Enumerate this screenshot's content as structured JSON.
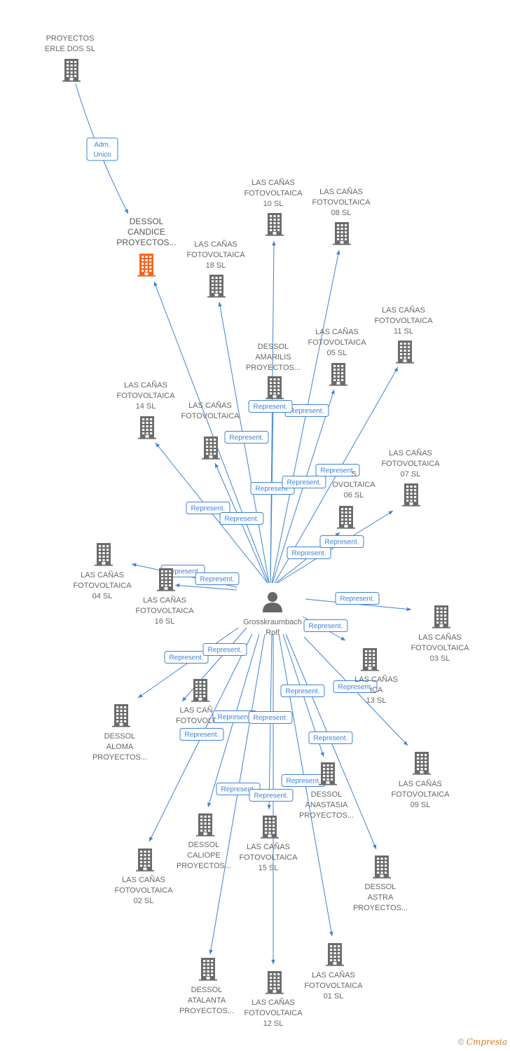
{
  "colors": {
    "edge": "#3f82d4",
    "building": "#6b6b6b",
    "highlight": "#f26522",
    "person": "#666666"
  },
  "nodes": [
    {
      "id": "proyectos-erle-dos",
      "type": "company",
      "lines": [
        "PROYECTOS",
        "ERLE DOS  SL"
      ]
    },
    {
      "id": "dessol-candice",
      "type": "company-highlight",
      "lines": [
        "DESSOL",
        "CANDICE",
        "PROYECTOS..."
      ]
    },
    {
      "id": "canas-10",
      "type": "company",
      "lines": [
        "LAS CAÑAS",
        "FOTOVOLTAICA",
        "10 SL"
      ]
    },
    {
      "id": "canas-08",
      "type": "company",
      "lines": [
        "LAS CAÑAS",
        "FOTOVOLTAICA",
        "08 SL"
      ]
    },
    {
      "id": "canas-18",
      "type": "company",
      "lines": [
        "LAS CAÑAS",
        "FOTOVOLTAICA",
        "18 SL"
      ]
    },
    {
      "id": "canas-11",
      "type": "company",
      "lines": [
        "LAS CAÑAS",
        "FOTOVOLTAICA",
        "11 SL"
      ]
    },
    {
      "id": "canas-05",
      "type": "company",
      "lines": [
        "LAS CAÑAS",
        "FOTOVOLTAICA",
        "05 SL"
      ]
    },
    {
      "id": "dessol-amarilis",
      "type": "company",
      "lines": [
        "DESSOL",
        "AMARILIS",
        "PROYECTOS..."
      ]
    },
    {
      "id": "canas-14",
      "type": "company",
      "lines": [
        "LAS CAÑAS",
        "FOTOVOLTAICA",
        "14 SL"
      ]
    },
    {
      "id": "canas-17",
      "type": "company",
      "lines": [
        "LAS CAÑAS",
        "FOTOVOLTAICA"
      ]
    },
    {
      "id": "canas-07",
      "type": "company",
      "lines": [
        "LAS CAÑAS",
        "FOTOVOLTAICA",
        "07 SL"
      ]
    },
    {
      "id": "canas-06",
      "type": "company",
      "lines": [
        "S",
        "OVOLTAICA",
        "06 SL"
      ]
    },
    {
      "id": "canas-04",
      "type": "company",
      "lines": [
        "LAS CAÑAS",
        "FOTOVOLTAICA",
        "04 SL"
      ]
    },
    {
      "id": "canas-16",
      "type": "company",
      "lines": [
        "LAS CAÑAS",
        "FOTOVOLTAICA",
        "16 SL"
      ]
    },
    {
      "id": "person",
      "type": "person",
      "lines": [
        "Grosskraumbach",
        "Rolf"
      ]
    },
    {
      "id": "canas-03",
      "type": "company",
      "lines": [
        "LAS CAÑAS",
        "FOTOVOLTAICA",
        "03 SL"
      ]
    },
    {
      "id": "canas-13",
      "type": "company",
      "lines": [
        "LAS CAÑAS",
        "ICA",
        "13 SL"
      ]
    },
    {
      "id": "dessol-aloma",
      "type": "company",
      "lines": [
        "DESSOL",
        "ALOMA",
        "PROYECTOS..."
      ]
    },
    {
      "id": "canas-19",
      "type": "company",
      "lines": [
        "LAS CAÑ",
        "FOTOVOLT"
      ]
    },
    {
      "id": "canas-09",
      "type": "company",
      "lines": [
        "LAS CAÑAS",
        "FOTOVOLTAICA",
        "09 SL"
      ]
    },
    {
      "id": "dessol-anastasia",
      "type": "company",
      "lines": [
        "DESSOL",
        "ANASTASIA",
        "PROYECTOS..."
      ]
    },
    {
      "id": "dessol-caliope",
      "type": "company",
      "lines": [
        "DESSOL",
        "CALIOPE",
        "PROYECTOS..."
      ]
    },
    {
      "id": "canas-15",
      "type": "company",
      "lines": [
        "LAS CAÑAS",
        "FOTOVOLTAICA",
        "15 SL"
      ]
    },
    {
      "id": "canas-02",
      "type": "company",
      "lines": [
        "LAS CAÑAS",
        "FOTOVOLTAICA",
        "02 SL"
      ]
    },
    {
      "id": "dessol-astra",
      "type": "company",
      "lines": [
        "DESSOL",
        "ASTRA",
        "PROYECTOS..."
      ]
    },
    {
      "id": "dessol-atalanta",
      "type": "company",
      "lines": [
        "DESSOL",
        "ATALANTA",
        "PROYECTOS..."
      ]
    },
    {
      "id": "canas-12",
      "type": "company",
      "lines": [
        "LAS CAÑAS",
        "FOTOVOLTAICA",
        "12 SL"
      ]
    },
    {
      "id": "canas-01",
      "type": "company",
      "lines": [
        "LAS CAÑAS",
        "FOTOVOLTAICA",
        "01 SL"
      ]
    }
  ],
  "edges": [
    {
      "from": "proyectos-erle-dos",
      "to": "dessol-candice",
      "lines": [
        "Adm.",
        "Unico"
      ]
    },
    {
      "from": "person",
      "to": "dessol-candice",
      "lines": [
        "Represent."
      ]
    },
    {
      "from": "person",
      "to": "canas-18",
      "lines": [
        "Represent."
      ]
    },
    {
      "from": "person",
      "to": "canas-10",
      "lines": [
        "Represent."
      ]
    },
    {
      "from": "person",
      "to": "canas-08",
      "lines": [
        "Represent."
      ]
    },
    {
      "from": "person",
      "to": "dessol-amarilis",
      "lines": [
        "Represent."
      ]
    },
    {
      "from": "person",
      "to": "canas-05",
      "lines": [
        "Represent."
      ]
    },
    {
      "from": "person",
      "to": "canas-11",
      "lines": [
        "Represent."
      ]
    },
    {
      "from": "person",
      "to": "canas-14",
      "lines": [
        "Represent."
      ]
    },
    {
      "from": "person",
      "to": "canas-17",
      "lines": [
        "Represent."
      ]
    },
    {
      "from": "person",
      "to": "canas-06",
      "lines": [
        "Represent."
      ]
    },
    {
      "from": "person",
      "to": "canas-07",
      "lines": [
        "Represent."
      ]
    },
    {
      "from": "person",
      "to": "canas-04",
      "lines": [
        "Represent."
      ]
    },
    {
      "from": "person",
      "to": "canas-16",
      "lines": [
        "Represent."
      ]
    },
    {
      "from": "person",
      "to": "canas-03",
      "lines": [
        "Represent."
      ]
    },
    {
      "from": "person",
      "to": "canas-13",
      "lines": [
        "Represent."
      ]
    },
    {
      "from": "person",
      "to": "dessol-aloma",
      "lines": [
        "Represent."
      ]
    },
    {
      "from": "person",
      "to": "canas-19",
      "lines": [
        "Represent."
      ]
    },
    {
      "from": "person",
      "to": "canas-09",
      "lines": [
        "Represent."
      ]
    },
    {
      "from": "person",
      "to": "dessol-anastasia",
      "lines": [
        "Represent."
      ]
    },
    {
      "from": "person",
      "to": "dessol-caliope",
      "lines": [
        "Represent."
      ]
    },
    {
      "from": "person",
      "to": "canas-15",
      "lines": [
        "Represent."
      ]
    },
    {
      "from": "person",
      "to": "canas-02",
      "lines": [
        "Represent."
      ]
    },
    {
      "from": "person",
      "to": "dessol-astra",
      "lines": [
        "Represent."
      ]
    },
    {
      "from": "person",
      "to": "dessol-atalanta",
      "lines": [
        "Represent."
      ]
    },
    {
      "from": "person",
      "to": "canas-12",
      "lines": [
        "Represent."
      ]
    },
    {
      "from": "person",
      "to": "canas-01",
      "lines": [
        "Represent."
      ]
    }
  ],
  "footer": {
    "copyright_symbol": "©",
    "brand_initial": "C",
    "brand_rest": "mpresia"
  }
}
